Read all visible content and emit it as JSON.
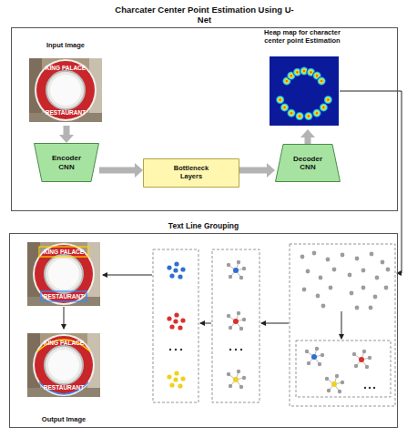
{
  "diagram": {
    "nodes": [
      {
        "text": [
          "Charcater Center Point Estimation Using U-Net"
        ]
      },
      {
        "text": [
          "Input Image"
        ],
        "in": 0
      },
      {
        "text": [
          "Heap map for character center point Estimation"
        ],
        "in": 0
      },
      {
        "text": [
          "Encoder CNN"
        ],
        "in": 0
      },
      {
        "text": [
          "Bottleneck Layers"
        ],
        "in": 0
      },
      {
        "text": [
          "Decoder CNN"
        ],
        "in": 0
      },
      {
        "text": [
          "Text Line Grouping"
        ]
      },
      {
        "text": [
          "Output Image"
        ],
        "in": 6
      }
    ],
    "edges": [
      {
        "from": 1,
        "to": 3,
        "arrow": "to"
      },
      {
        "from": 3,
        "to": 4,
        "arrow": "to"
      },
      {
        "from": 4,
        "to": 5,
        "arrow": "to"
      },
      {
        "from": 5,
        "to": 2,
        "arrow": "to"
      }
    ],
    "labels": [
      "KING PALACE",
      "RESTAURANT",
      "KING PALACE",
      "RESTAURANT",
      "KING PALACE",
      "RESTAURANT"
    ]
  }
}
